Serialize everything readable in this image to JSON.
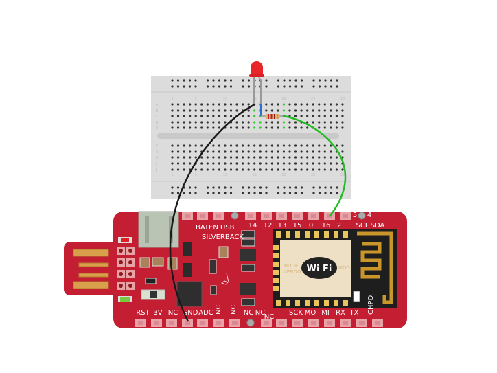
{
  "breadboard": {
    "row_letters_top": [
      "A",
      "B",
      "C",
      "D",
      "E"
    ],
    "row_letters_bottom": [
      "F",
      "G",
      "H",
      "I",
      "J"
    ],
    "column_numbers": [
      "1",
      "5",
      "10",
      "15",
      "20",
      "25",
      "30"
    ],
    "active_hole_color": "#33cc33"
  },
  "components": {
    "led_color": "#e8262a",
    "resistor_bands": [
      "#c0201e",
      "#c0201e",
      "#8b1a10",
      "#d4a03a"
    ],
    "wire_gnd_color": "#1a1a1a",
    "wire_signal_color": "#22bb22"
  },
  "board": {
    "color": "#c41e32",
    "title": "BATEN USB",
    "subtitle": "SILVERBACK",
    "top_pin_labels": [
      "14",
      "12",
      "13",
      "15",
      "0",
      "16",
      "2",
      "SCL",
      "SDA"
    ],
    "top_small_labels": [
      "5",
      "4"
    ],
    "bottom_pin_labels": [
      "RST",
      "3V",
      "NC",
      "GND",
      "ADC",
      "NC",
      "NC",
      "NC",
      "NC",
      "NC",
      "SCK",
      "MO",
      "MI",
      "RX",
      "TX",
      "CHPD"
    ],
    "module_text_left": [
      "MODE",
      "VENDO"
    ],
    "module_text_right": "MOD",
    "wifi_logo": "Wi Fi"
  }
}
